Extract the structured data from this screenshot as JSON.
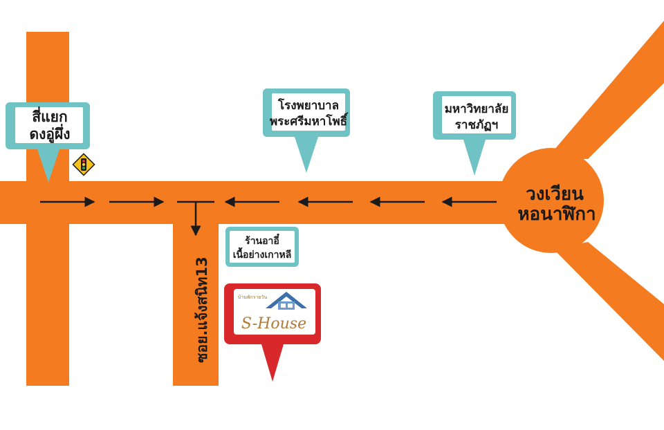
{
  "colors": {
    "road": "#f47b20",
    "pin_teal": "#6fc3c4",
    "pin_red": "#d8282c",
    "arrow": "#1a1a1a",
    "text": "#1a1a1a",
    "traffic_sign": "#f6c21a"
  },
  "roads": {
    "main_road_direction": "westbound toward junction, one-way flow from roundabout",
    "soi_name": "ซอย.แจ้งสนิท13"
  },
  "landmarks": {
    "intersection": {
      "line1": "สี่แยก",
      "line2": "ดงอู่ผึ่ง"
    },
    "hospital": {
      "line1": "โรงพยาบาล",
      "line2": "พระศรีมหาโพธิ์"
    },
    "university": {
      "line1": "มหาวิทยาลัย",
      "line2": "ราชภัฏฯ"
    },
    "roundabout": {
      "line1": "วงเวียน",
      "line2": "หอนาฬิกา"
    },
    "restaurant": {
      "line1": "ร้านอาอี๋",
      "line2": "เนื้อย่างเกาหลี"
    }
  },
  "destination": {
    "logo_text": "S-House",
    "logo_small_text": "บ้านพักรายวัน"
  },
  "icons": [
    "traffic-light-sign-icon",
    "house-roof-icon",
    "arrow-icon"
  ]
}
